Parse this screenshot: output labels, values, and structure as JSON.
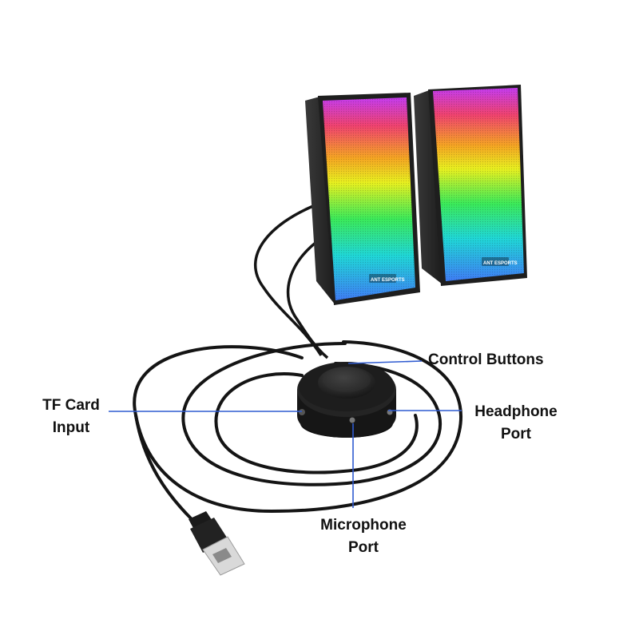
{
  "brand_mark": "ANT ESPORTS",
  "callouts": {
    "control_buttons": "Control Buttons",
    "tf_card": [
      "TF Card",
      "Input"
    ],
    "headphone": [
      "Headphone",
      "Port"
    ],
    "microphone": [
      "Microphone",
      "Port"
    ]
  },
  "colors": {
    "leader_line": "#2f5bd0",
    "cable": "#141414",
    "speaker_body": "#2a2a2a",
    "rgb_gradient": [
      "#c43cf0",
      "#f0436f",
      "#f5a623",
      "#e8f020",
      "#3bea5a",
      "#20d7d7",
      "#3f7df5"
    ]
  }
}
